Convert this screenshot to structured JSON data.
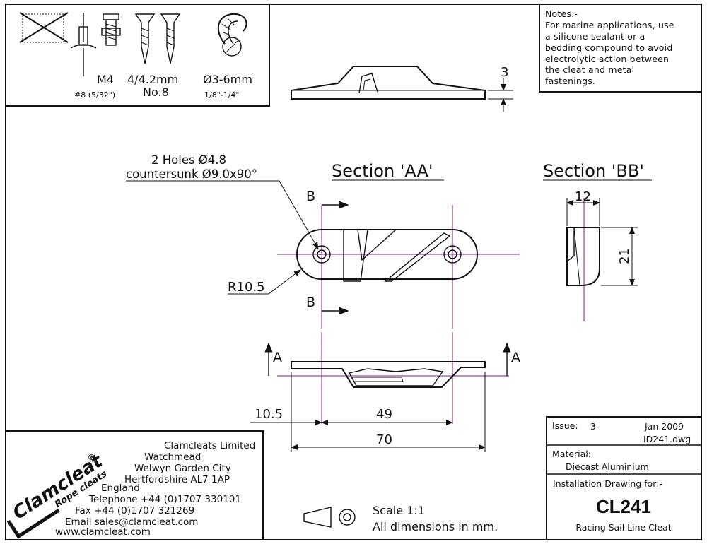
{
  "fasteners": {
    "size_m4": "M4",
    "size_screw": "4/4.2mm",
    "size_rope": "Ø3-6mm",
    "rivet": "#8 (5/32\")",
    "screw_no": "No.8",
    "rope_in": "1/8\"-1/4\"",
    "rope_symbol": "Ø"
  },
  "notes": {
    "title": "Notes:-",
    "lines": [
      "For marine applications, use",
      "a silicone sealant or a",
      "bedding compound to avoid",
      "electrolytic action between",
      "the cleat and metal",
      "fastenings."
    ]
  },
  "drawing": {
    "holes_line1": "2 Holes Ø4.8",
    "holes_line2": "countersunk Ø9.0x90°",
    "radius": "R10.5",
    "section_aa": "Section 'AA'",
    "section_bb": "Section 'BB'",
    "label_a": "A",
    "label_b": "B",
    "dim_height": "3",
    "dim_width_bb": "12",
    "dim_height_bb": "21",
    "dim_offset": "10.5",
    "dim_holes": "49",
    "dim_length": "70"
  },
  "company": {
    "logo_main": "Clamcleat",
    "logo_sub": "Rope cleats",
    "logo_mark": "®",
    "name": "Clamcleats Limited",
    "address": [
      "Watchmead",
      "Welwyn Garden City",
      "Hertfordshire AL7 1AP",
      "England"
    ],
    "telephone": "Telephone +44 (0)1707 330101",
    "fax": "Fax +44 (0)1707 321269",
    "email": "Email sales@clamcleat.com",
    "web": "www.clamcleat.com"
  },
  "scale": {
    "scale_label": "Scale 1:1",
    "units_label": "All dimensions in mm."
  },
  "title_block": {
    "issue_label": "Issue:",
    "issue_value": "3",
    "date": "Jan 2009",
    "file": "ID241.dwg",
    "material_label": "Material:",
    "material_value": "Diecast Aluminium",
    "installation_label": "Installation Drawing for:-",
    "part_number": "CL241",
    "part_name": "Racing Sail Line Cleat"
  },
  "colors": {
    "line": "#111111",
    "centerline": "#8a1a8a"
  }
}
